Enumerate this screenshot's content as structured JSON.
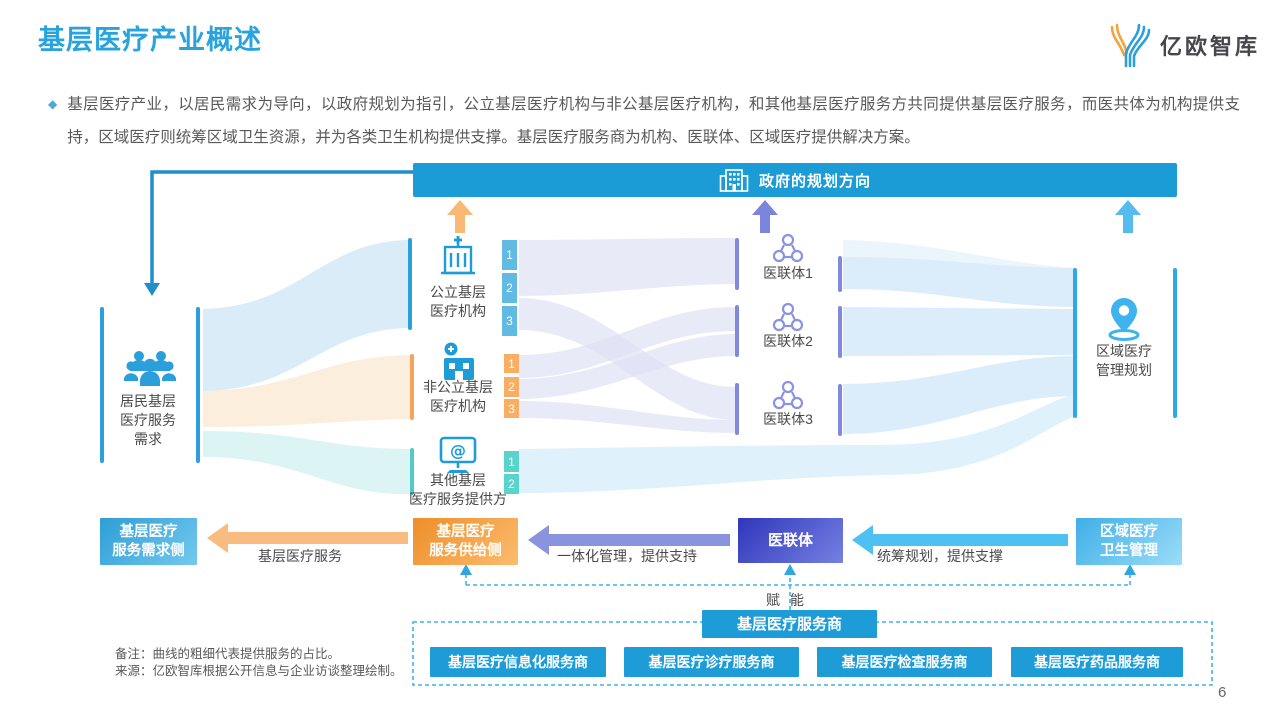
{
  "page": {
    "title": "基层医疗产业概述",
    "page_number": "6",
    "logo_text": "亿欧智库"
  },
  "intro": {
    "bullet": "◆",
    "text": "基层医疗产业，以居民需求为导向，以政府规划为指引，公立基层医疗机构与非公基层医疗机构，和其他基层医疗服务方共同提供基层医疗服务，而医共体为机构提供支持，区域医疗则统筹区域卫生资源，并为各类卫生机构提供支撑。基层医疗服务商为机构、医联体、区域医疗提供解决方案。"
  },
  "diagram": {
    "gov_bar_label": "政府的规划方向",
    "demand_label": "居民基层\n医疗服务\n需求",
    "institutions": [
      {
        "label": "公立基层\n医疗机构",
        "segments": [
          "1",
          "2",
          "3"
        ]
      },
      {
        "label": "非公立基层\n医疗机构",
        "segments": [
          "1",
          "2",
          "3"
        ]
      },
      {
        "label": "其他基层\n医疗服务提供方",
        "segments": [
          "1",
          "2"
        ]
      }
    ],
    "alliances": [
      {
        "label": "医联体1"
      },
      {
        "label": "医联体2"
      },
      {
        "label": "医联体3"
      }
    ],
    "regional_label": "区域医疗\n管理规划",
    "bottom_row": {
      "demand_box": "基层医疗\n服务需求侧",
      "supply_box": "基层医疗\n服务供给侧",
      "alliance_box": "医联体",
      "regional_box": "区域医疗\n卫生管理",
      "arrow1_label": "基层医疗服务",
      "arrow2_label": "一体化管理，提供支持",
      "arrow3_label": "统筹规划，提供支撑",
      "empower_label": "赋能"
    },
    "providers": {
      "header": "基层医疗服务商",
      "items": [
        "基层医疗信息化服务商",
        "基层医疗诊疗服务商",
        "基层医疗检查服务商",
        "基层医疗药品服务商"
      ]
    }
  },
  "footer": {
    "note1": "备注：曲线的粗细代表提供服务的占比。",
    "note2": "来源：亿欧智库根据公开信息与企业访谈整理绘制。"
  },
  "colors": {
    "title_blue": "#29A3DC",
    "bar_blue": "#1B9CD6",
    "solid_box_blue": "#1E9CD7",
    "segment_blue": "#60BAE2",
    "segment_orange": "#F9AE63",
    "segment_teal": "#59D4CC",
    "alliance_purple": "#8089DB",
    "flow_blue": "#D9ECF8",
    "flow_orange": "#FBEEDC",
    "flow_teal": "#DCF4F4",
    "flow_lavender": "#DFE2F4",
    "flow_right_blue": "#DBEDFA",
    "arrow_orange": "#F9B873",
    "arrow_purple": "#8A93DE",
    "arrow_blue": "#4FC0F2",
    "dashed_blue": "#3FB3E8",
    "text_grey": "#595959"
  }
}
